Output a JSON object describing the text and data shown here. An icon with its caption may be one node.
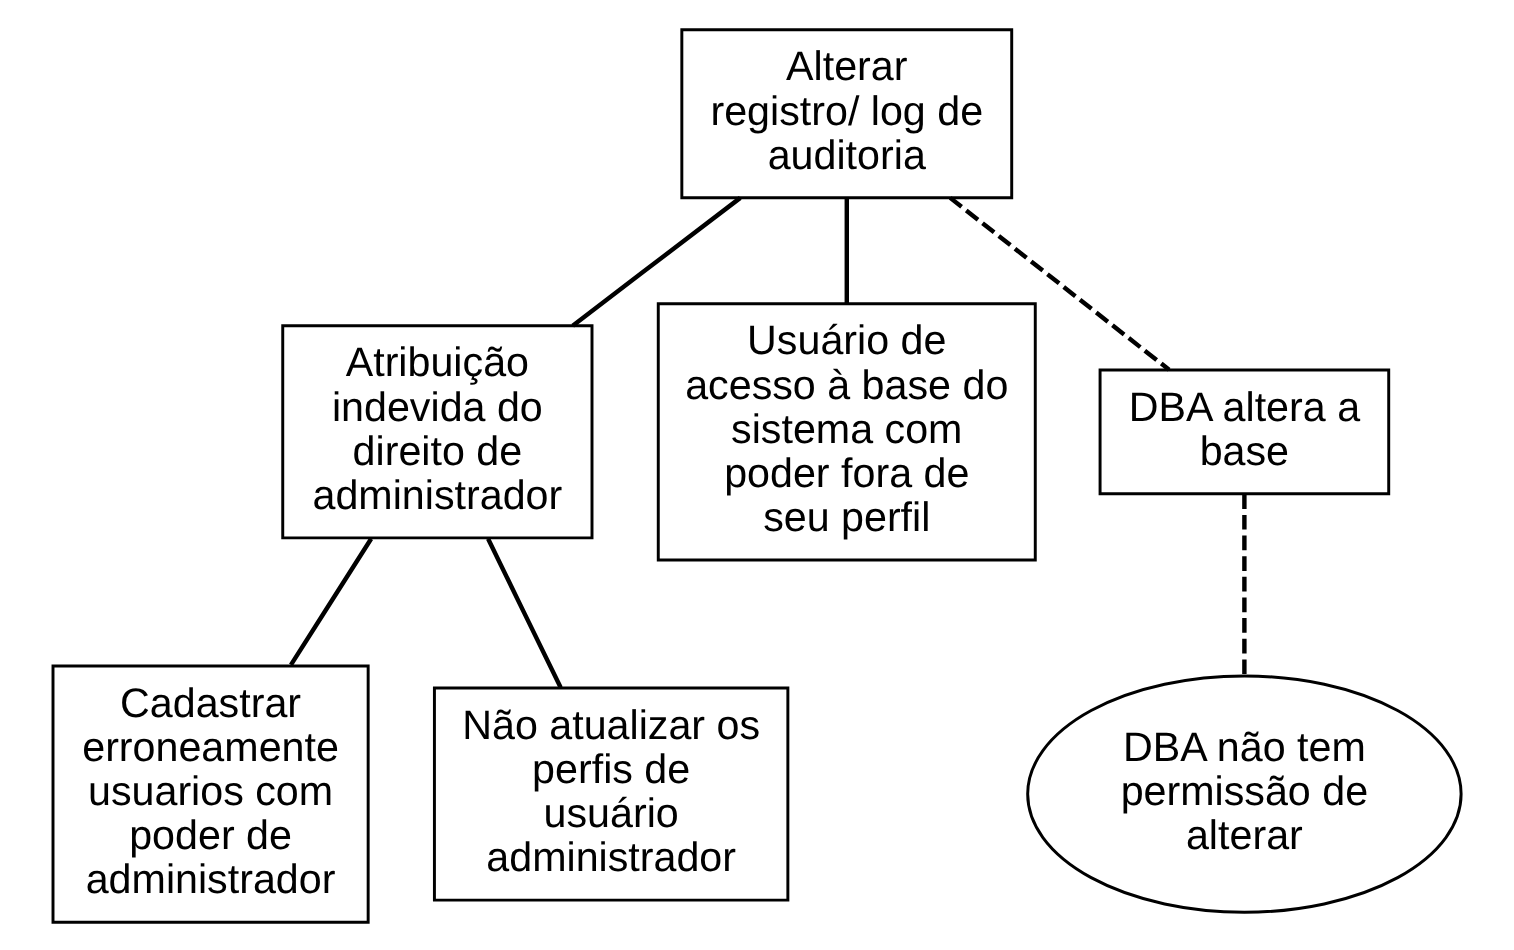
{
  "diagram": {
    "nodes": [
      {
        "text": [
          "Alterar registro/ log de auditoria"
        ]
      },
      {
        "text": [
          "Atribuição indevida do direito de administrador"
        ]
      },
      {
        "text": [
          "Usuário de acesso à base do sistema com poder fora de seu perfil"
        ]
      },
      {
        "text": [
          "DBA altera a base"
        ]
      },
      {
        "text": [
          "Cadastrar erroneamente usuarios com poder de administrador"
        ]
      },
      {
        "text": [
          "Não atualizar os perfis de usuário administrador"
        ]
      },
      {
        "text": [
          "DBA não tem permissão de alterar"
        ]
      }
    ],
    "edges": [
      {
        "from": 0,
        "to": 1,
        "arrow": "none"
      },
      {
        "from": 0,
        "to": 2,
        "arrow": "none"
      },
      {
        "from": 0,
        "to": 3,
        "arrow": "none",
        "style": "dashed"
      },
      {
        "from": 1,
        "to": 4,
        "arrow": "none"
      },
      {
        "from": 1,
        "to": 5,
        "arrow": "none"
      },
      {
        "from": 3,
        "to": 6,
        "arrow": "none",
        "style": "dashed"
      }
    ]
  }
}
